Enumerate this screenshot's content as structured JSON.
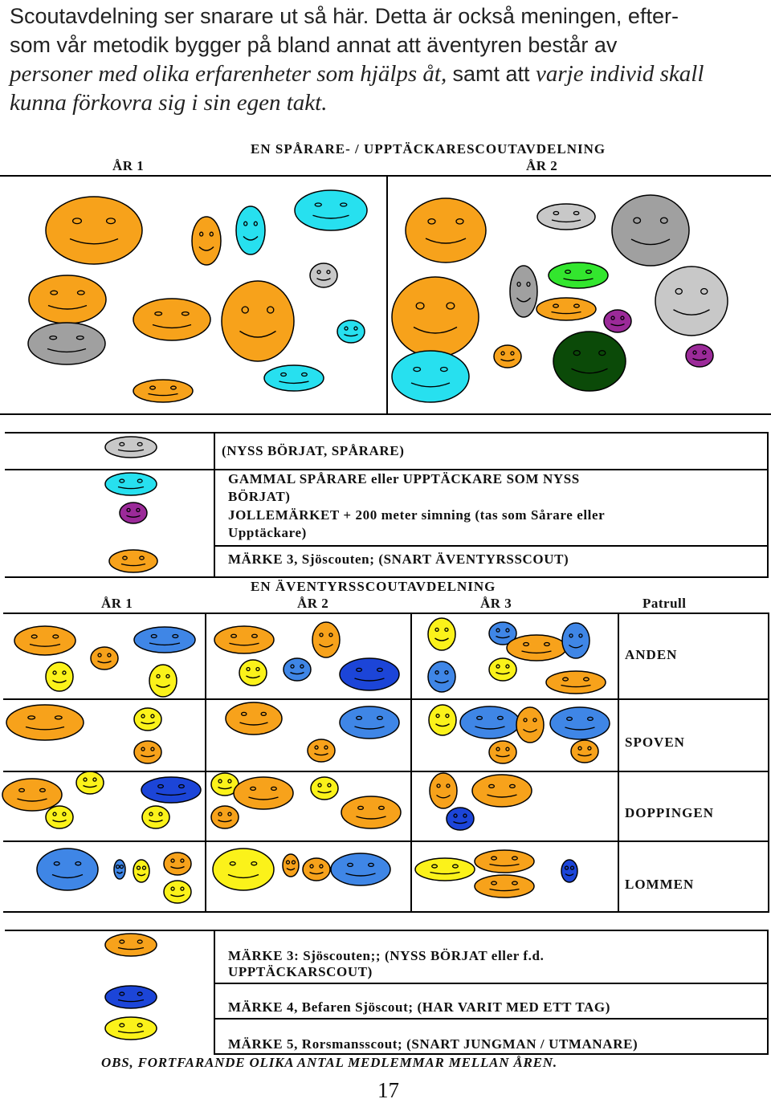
{
  "intro": {
    "line1": "Scoutavdelning ser snarare ut så här. Detta är också meningen, efter-",
    "line2": "som vår metodik bygger på bland annat att äventyren består av",
    "line3a": "personer med  olika erfarenheter som hjälps åt, ",
    "line3b": "samt att ",
    "line3c": "varje individ skall",
    "line4": "kunna förkovra sig i sin egen takt."
  },
  "section1": {
    "title": "EN SPÅRARE- / UPPTÄCKARESCOUTAVDELNING",
    "year1": "ÅR 1",
    "year2": "ÅR 2"
  },
  "legend1": {
    "items": [
      "(NYSS BÖRJAT, SPÅRARE)",
      "GAMMAL SPÅRARE eller UPPTÄCKARE SOM NYSS",
      "BÖRJAT)",
      "JOLLEMÄRKET + 200 meter simning (tas som Sårare eller",
      "Upptäckare)",
      "MÄRKE 3, Sjöscouten; (SNART ÄVENTYRSSCOUT)"
    ]
  },
  "section2": {
    "title": "EN ÄVENTYRSSCOUTAVDELNING",
    "year1": "ÅR 1",
    "year2": "ÅR 2",
    "year3": "ÅR 3",
    "patrol_header": "Patrull",
    "patrols": [
      "ANDEN",
      "SPOVEN",
      "DOPPINGEN",
      "LOMMEN"
    ]
  },
  "legend2": {
    "items": [
      "MÄRKE 3:  Sjöscouten;; (NYSS BÖRJAT eller f.d.",
      "UPPTÄCKARSCOUT)",
      "MÄRKE 4, Befaren Sjöscout; (HAR VARIT MED ETT TAG)",
      "MÄRKE 5, Rorsmansscout; (SNART JUNGMAN / UTMANARE)"
    ]
  },
  "footer": {
    "note": "OBS, FORTFARANDE OLIKA ANTAL MEDLEMMAR MELLAN ÅREN.",
    "page_number": "17"
  },
  "colors": {
    "orange": "#f7a21b",
    "gray": "#a0a0a0",
    "light_gray": "#c8c8c8",
    "cyan": "#27e0ef",
    "green": "#33e62e",
    "purple": "#9b2a99",
    "dark_green": "#0b4a08",
    "blue": "#3f86e6",
    "dark_blue": "#1c45d8",
    "yellow": "#fbf21a"
  }
}
